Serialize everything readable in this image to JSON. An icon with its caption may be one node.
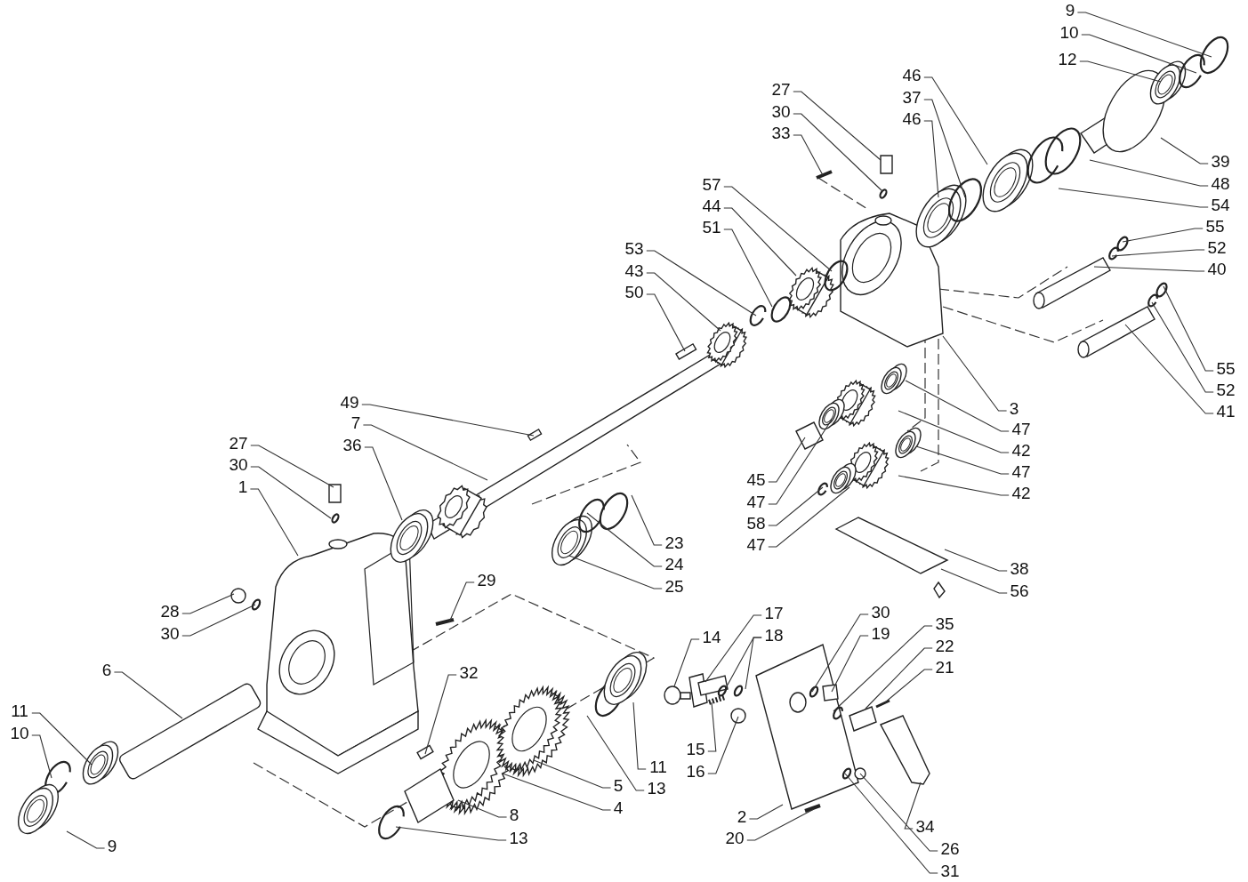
{
  "diagram": {
    "nodes": [
      {
        "text": [
          "9"
        ]
      },
      {
        "text": [
          "10"
        ]
      },
      {
        "text": [
          "12"
        ]
      },
      {
        "text": [
          "46"
        ]
      },
      {
        "text": [
          "37"
        ]
      },
      {
        "text": [
          "46"
        ]
      },
      {
        "text": [
          "27"
        ]
      },
      {
        "text": [
          "30"
        ]
      },
      {
        "text": [
          "33"
        ]
      },
      {
        "text": [
          "39"
        ]
      },
      {
        "text": [
          "48"
        ]
      },
      {
        "text": [
          "54"
        ]
      },
      {
        "text": [
          "55"
        ]
      },
      {
        "text": [
          "52"
        ]
      },
      {
        "text": [
          "40"
        ]
      },
      {
        "text": [
          "57"
        ]
      },
      {
        "text": [
          "44"
        ]
      },
      {
        "text": [
          "51"
        ]
      },
      {
        "text": [
          "53"
        ]
      },
      {
        "text": [
          "43"
        ]
      },
      {
        "text": [
          "50"
        ]
      },
      {
        "text": [
          "55"
        ]
      },
      {
        "text": [
          "52"
        ]
      },
      {
        "text": [
          "3"
        ]
      },
      {
        "text": [
          "41"
        ]
      },
      {
        "text": [
          "49"
        ]
      },
      {
        "text": [
          "7"
        ]
      },
      {
        "text": [
          "36"
        ]
      },
      {
        "text": [
          "47"
        ]
      },
      {
        "text": [
          "42"
        ]
      },
      {
        "text": [
          "27"
        ]
      },
      {
        "text": [
          "30"
        ]
      },
      {
        "text": [
          "1"
        ]
      },
      {
        "text": [
          "45"
        ]
      },
      {
        "text": [
          "47"
        ]
      },
      {
        "text": [
          "47"
        ]
      },
      {
        "text": [
          "42"
        ]
      },
      {
        "text": [
          "58"
        ]
      },
      {
        "text": [
          "47"
        ]
      },
      {
        "text": [
          "23"
        ]
      },
      {
        "text": [
          "24"
        ]
      },
      {
        "text": [
          "25"
        ]
      },
      {
        "text": [
          "38"
        ]
      },
      {
        "text": [
          "56"
        ]
      },
      {
        "text": [
          "29"
        ]
      },
      {
        "text": [
          "28"
        ]
      },
      {
        "text": [
          "30"
        ]
      },
      {
        "text": [
          "17"
        ]
      },
      {
        "text": [
          "30"
        ]
      },
      {
        "text": [
          "18"
        ]
      },
      {
        "text": [
          "14"
        ]
      },
      {
        "text": [
          "19"
        ]
      },
      {
        "text": [
          "35"
        ]
      },
      {
        "text": [
          "22"
        ]
      },
      {
        "text": [
          "21"
        ]
      },
      {
        "text": [
          "6"
        ]
      },
      {
        "text": [
          "32"
        ]
      },
      {
        "text": [
          "11"
        ]
      },
      {
        "text": [
          "10"
        ]
      },
      {
        "text": [
          "15"
        ]
      },
      {
        "text": [
          "16"
        ]
      },
      {
        "text": [
          "11"
        ]
      },
      {
        "text": [
          "13"
        ]
      },
      {
        "text": [
          "5"
        ]
      },
      {
        "text": [
          "4"
        ]
      },
      {
        "text": [
          "2"
        ]
      },
      {
        "text": [
          "8"
        ]
      },
      {
        "text": [
          "34"
        ]
      },
      {
        "text": [
          "20"
        ]
      },
      {
        "text": [
          "13"
        ]
      },
      {
        "text": [
          "26"
        ]
      },
      {
        "text": [
          "9"
        ]
      },
      {
        "text": [
          "31"
        ]
      }
    ],
    "edges": [
      {
        "from": 0,
        "to": null,
        "arrow": "none"
      },
      {
        "from": 1,
        "to": null,
        "arrow": "none"
      },
      {
        "from": 2,
        "to": null,
        "arrow": "none"
      },
      {
        "from": 3,
        "to": null,
        "arrow": "none"
      },
      {
        "from": 4,
        "to": null,
        "arrow": "none"
      },
      {
        "from": 5,
        "to": null,
        "arrow": "none"
      },
      {
        "from": 6,
        "to": null,
        "arrow": "none"
      },
      {
        "from": 7,
        "to": null,
        "arrow": "none"
      },
      {
        "from": 8,
        "to": null,
        "arrow": "none"
      },
      {
        "from": 9,
        "to": null,
        "arrow": "none"
      },
      {
        "from": 10,
        "to": null,
        "arrow": "none"
      },
      {
        "from": 11,
        "to": null,
        "arrow": "none"
      },
      {
        "from": 12,
        "to": null,
        "arrow": "none"
      },
      {
        "from": 13,
        "to": null,
        "arrow": "none"
      },
      {
        "from": 14,
        "to": null,
        "arrow": "none"
      },
      {
        "from": 15,
        "to": null,
        "arrow": "none"
      },
      {
        "from": 16,
        "to": null,
        "arrow": "none"
      },
      {
        "from": 17,
        "to": null,
        "arrow": "none"
      },
      {
        "from": 18,
        "to": null,
        "arrow": "none"
      },
      {
        "from": 19,
        "to": null,
        "arrow": "none"
      },
      {
        "from": 20,
        "to": null,
        "arrow": "none"
      },
      {
        "from": 21,
        "to": null,
        "arrow": "none"
      },
      {
        "from": 22,
        "to": null,
        "arrow": "none"
      },
      {
        "from": 23,
        "to": null,
        "arrow": "none"
      },
      {
        "from": 24,
        "to": null,
        "arrow": "none"
      },
      {
        "from": 25,
        "to": null,
        "arrow": "none"
      },
      {
        "from": 26,
        "to": null,
        "arrow": "none"
      },
      {
        "from": 27,
        "to": null,
        "arrow": "none"
      },
      {
        "from": 28,
        "to": null,
        "arrow": "none"
      },
      {
        "from": 29,
        "to": null,
        "arrow": "none"
      },
      {
        "from": 30,
        "to": null,
        "arrow": "none"
      },
      {
        "from": 31,
        "to": null,
        "arrow": "none"
      },
      {
        "from": 32,
        "to": null,
        "arrow": "none"
      },
      {
        "from": 33,
        "to": null,
        "arrow": "none"
      },
      {
        "from": 34,
        "to": null,
        "arrow": "none"
      },
      {
        "from": 35,
        "to": null,
        "arrow": "none"
      },
      {
        "from": 36,
        "to": null,
        "arrow": "none"
      },
      {
        "from": 37,
        "to": null,
        "arrow": "none"
      },
      {
        "from": 38,
        "to": null,
        "arrow": "none"
      },
      {
        "from": 39,
        "to": null,
        "arrow": "none"
      },
      {
        "from": 40,
        "to": null,
        "arrow": "none"
      },
      {
        "from": 41,
        "to": null,
        "arrow": "none"
      },
      {
        "from": 42,
        "to": null,
        "arrow": "none"
      },
      {
        "from": 43,
        "to": null,
        "arrow": "none"
      },
      {
        "from": 44,
        "to": null,
        "arrow": "none"
      },
      {
        "from": 45,
        "to": null,
        "arrow": "none"
      },
      {
        "from": 46,
        "to": null,
        "arrow": "none"
      },
      {
        "from": 47,
        "to": null,
        "arrow": "none"
      },
      {
        "from": 48,
        "to": null,
        "arrow": "none"
      },
      {
        "from": 49,
        "to": null,
        "arrow": "none"
      },
      {
        "from": 49,
        "to": null,
        "arrow": "none"
      },
      {
        "from": 50,
        "to": null,
        "arrow": "none"
      },
      {
        "from": 51,
        "to": null,
        "arrow": "none"
      },
      {
        "from": 52,
        "to": null,
        "arrow": "none"
      },
      {
        "from": 53,
        "to": null,
        "arrow": "none"
      },
      {
        "from": 54,
        "to": null,
        "arrow": "none"
      },
      {
        "from": 55,
        "to": null,
        "arrow": "none"
      },
      {
        "from": 56,
        "to": null,
        "arrow": "none"
      },
      {
        "from": 57,
        "to": null,
        "arrow": "none"
      },
      {
        "from": 58,
        "to": null,
        "arrow": "none"
      },
      {
        "from": 59,
        "to": null,
        "arrow": "none"
      },
      {
        "from": 60,
        "to": null,
        "arrow": "none"
      },
      {
        "from": 61,
        "to": null,
        "arrow": "none"
      },
      {
        "from": 62,
        "to": null,
        "arrow": "none"
      },
      {
        "from": 63,
        "to": null,
        "arrow": "none"
      },
      {
        "from": 64,
        "to": null,
        "arrow": "none"
      },
      {
        "from": 65,
        "to": null,
        "arrow": "none"
      },
      {
        "from": 66,
        "to": null,
        "arrow": "none"
      },
      {
        "from": 67,
        "to": null,
        "arrow": "none"
      },
      {
        "from": 68,
        "to": null,
        "arrow": "none"
      },
      {
        "from": 69,
        "to": null,
        "arrow": "none"
      },
      {
        "from": 70,
        "to": null,
        "arrow": "none"
      },
      {
        "from": 71,
        "to": null,
        "arrow": "none"
      },
      {
        "from": 72,
        "to": null,
        "arrow": "none"
      }
    ]
  }
}
